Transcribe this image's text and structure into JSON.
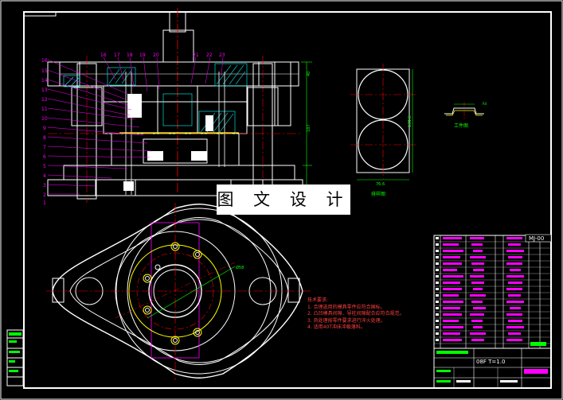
{
  "watermark": "图 文 设 计",
  "title_block": {
    "drawing_no": "MJ-00",
    "spec": "08F  T=1.0"
  },
  "views": {
    "blank_view_label": "排样图",
    "part_view_label": "工件图"
  },
  "dimensions": {
    "blank_width": "76.6",
    "blank_height": "130.6",
    "circle_dia": "Ø58"
  },
  "tech_requirements": {
    "heading": "技术要求:",
    "items": [
      "1. 合理选用的模具零件应符合国标。",
      "2. 凸凹模具间隙、导柱间隙配合应符合规范。",
      "3. 热处理按零件要求进行淬火处理。",
      "4. 适用40T冲床冲裁落料。"
    ]
  },
  "balloons": [
    "16",
    "15",
    "14",
    "13",
    "12",
    "11",
    "10",
    "9",
    "8",
    "7",
    "6",
    "5",
    "4",
    "3",
    "2",
    "1"
  ],
  "top_balloons": [
    "16",
    "17",
    "18",
    "19",
    "20",
    "21",
    "22",
    "23"
  ],
  "colors": {
    "background": "#000000",
    "outline": "#ffffff",
    "centerline": "#ff0000",
    "part": "#ffff00",
    "dimension": "#00ff00",
    "hatch": "#00ffff",
    "leader": "#ff00ff"
  }
}
